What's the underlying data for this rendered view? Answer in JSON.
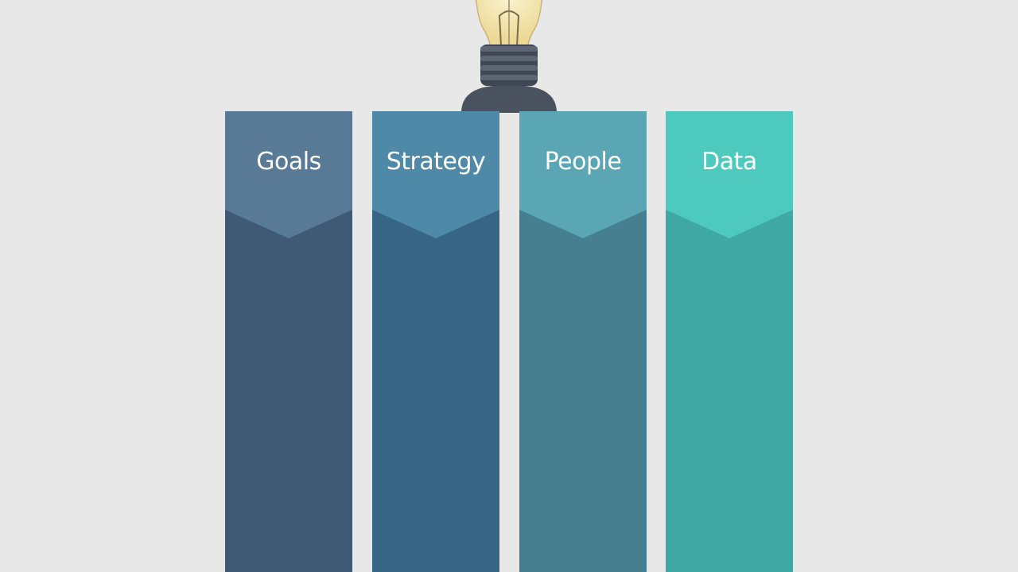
{
  "pillars": [
    {
      "label": "Goals",
      "top_color": "#587a96",
      "body_color": "#3f5a75"
    },
    {
      "label": "Strategy",
      "top_color": "#4f89a8",
      "body_color": "#376584"
    },
    {
      "label": "People",
      "top_color": "#5aa6b4",
      "body_color": "#467f8f"
    },
    {
      "label": "Data",
      "top_color": "#4ec9bd",
      "body_color": "#3fa8a2"
    }
  ],
  "colors": {
    "background": "#e8e8e9",
    "bulb_glass": "#f3e6b0",
    "bulb_base": "#4a5260"
  }
}
